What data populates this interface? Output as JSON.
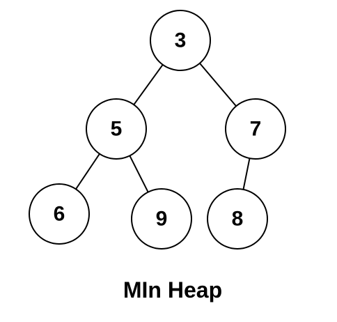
{
  "heap": {
    "nodes": [
      {
        "id": "n0",
        "value": "3"
      },
      {
        "id": "n1",
        "value": "5"
      },
      {
        "id": "n2",
        "value": "7"
      },
      {
        "id": "n3",
        "value": "6"
      },
      {
        "id": "n4",
        "value": "9"
      },
      {
        "id": "n5",
        "value": "8"
      }
    ],
    "edges": [
      [
        "n0",
        "n1"
      ],
      [
        "n0",
        "n2"
      ],
      [
        "n1",
        "n3"
      ],
      [
        "n1",
        "n4"
      ],
      [
        "n2",
        "n5"
      ]
    ]
  },
  "caption": "MIn Heap",
  "colors": {
    "stroke": "#000000",
    "fill": "#ffffff",
    "text": "#000000"
  }
}
